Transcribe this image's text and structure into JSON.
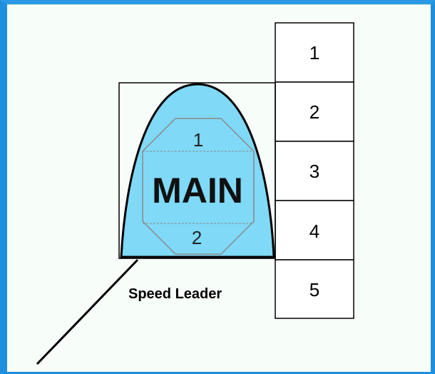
{
  "diagram": {
    "stack_cells": [
      "1",
      "2",
      "3",
      "4",
      "5"
    ],
    "main_label": "MAIN",
    "upper_mark": "1",
    "lower_mark": "2",
    "speed_leader_label": "Speed Leader",
    "colors": {
      "dome_fill": "#7fd9f7",
      "border": "#1e8fdc",
      "background": "#f7fdf9"
    }
  }
}
